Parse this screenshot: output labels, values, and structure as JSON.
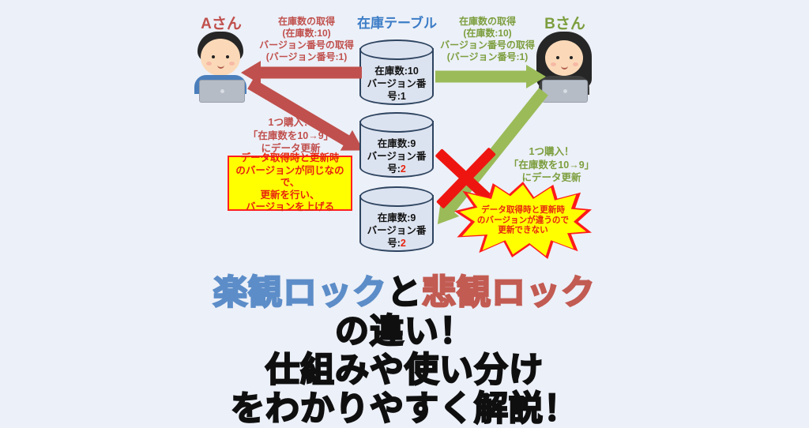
{
  "colors": {
    "background": "#ECF0F8",
    "red_arrow": "#C0504D",
    "green_arrow": "#9ABB58",
    "green_text": "#7C9E3E",
    "blue_heading": "#3B7CC6",
    "note_yellow": "#FFFF00",
    "note_red_text": "#E8240F",
    "x_mark_red": "#EE1511",
    "title_blue": "#5C8DC8",
    "title_red": "#C25B52",
    "title_black": "#0F0F0F",
    "cylinder_fill": "#DCE3F0",
    "cylinder_border": "#2E4460"
  },
  "diagram": {
    "person_a": {
      "name": "Aさん"
    },
    "person_b": {
      "name": "Bさん"
    },
    "table_title": "在庫テーブル",
    "fetch_label_a": {
      "lines": [
        "在庫数の取得",
        "(在庫数:10)",
        "バージョン番号の取得",
        "(バージョン番号:1)"
      ]
    },
    "fetch_label_b": {
      "lines": [
        "在庫数の取得",
        "(在庫数:10)",
        "バージョン番号の取得",
        "(バージョン番号:1)"
      ]
    },
    "db1": {
      "lines": [
        "在庫数:10",
        "バージョン番号:1"
      ]
    },
    "db2": {
      "stock": "在庫数:9",
      "version_prefix": "バージョン番号:",
      "version_value": "2"
    },
    "db3": {
      "stock": "在庫数:9",
      "version_prefix": "バージョン番号:",
      "version_value": "2"
    },
    "purchase_label_a": {
      "lines": [
        "1つ購入！",
        "「在庫数を10→9」",
        "にデータ更新"
      ]
    },
    "purchase_label_b": {
      "lines": [
        "1つ購入！",
        "「在庫数を10→9」",
        "にデータ更新"
      ]
    },
    "success_note": {
      "lines": [
        "データ取得時と更新時",
        "のバージョンが同じなので、",
        "更新を行い、",
        "バージョンを上げる"
      ]
    },
    "fail_note": {
      "lines": [
        "データ取得時と更新時",
        "のバージョンが違うので",
        "更新できない"
      ]
    }
  },
  "title": {
    "line1_blue": "楽観ロック",
    "line1_black": "と",
    "line1_red": "悲観ロック",
    "line2": "の違い！",
    "line3": "仕組みや使い分け",
    "line4": "をわかりやすく解説！"
  }
}
